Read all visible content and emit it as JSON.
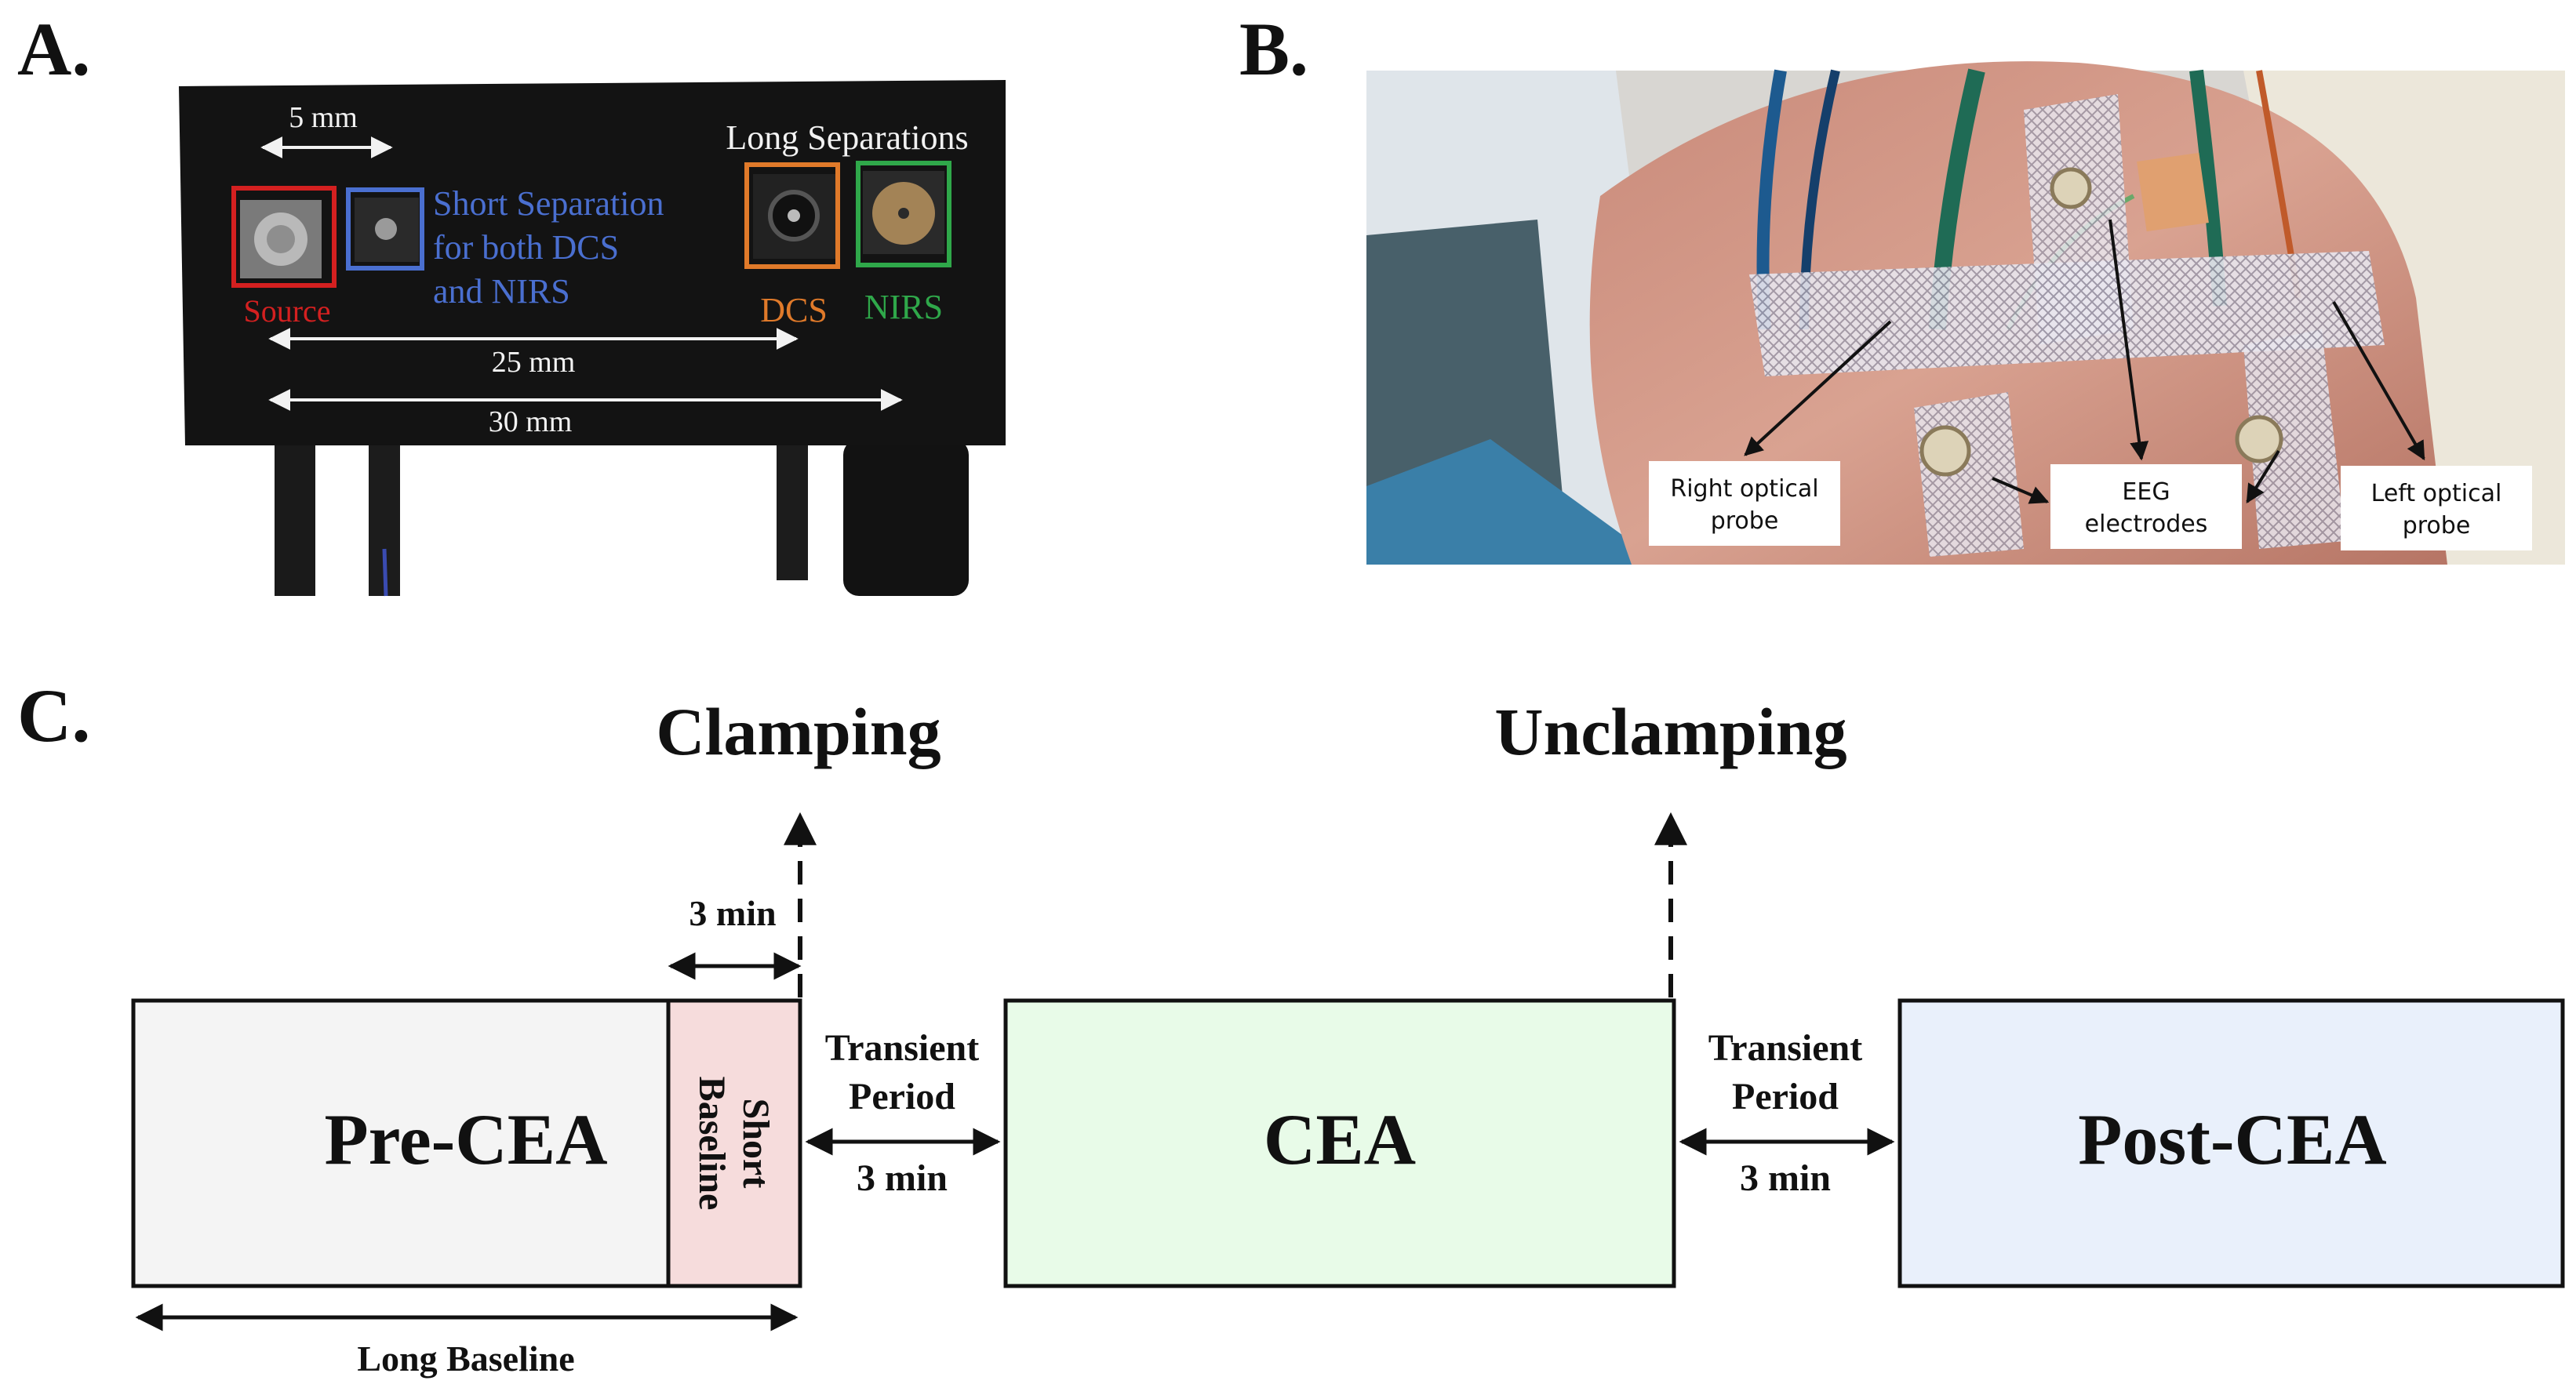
{
  "panels": {
    "a": "A.",
    "b": "B.",
    "c": "C."
  },
  "panel_a": {
    "dim_5": "5 mm",
    "long_sep": "Long Separations",
    "short_sep": [
      "Short Separation",
      "for both DCS",
      "and NIRS"
    ],
    "source": "Source",
    "dcs": "DCS",
    "nirs": "NIRS",
    "dim_25": "25 mm",
    "dim_30": "30 mm",
    "colors": {
      "source": "#d42020",
      "short": "#4a6fd0",
      "dcs": "#e07a2a",
      "nirs": "#2fa84a"
    }
  },
  "panel_b": {
    "right_probe": [
      "Right optical",
      "probe"
    ],
    "eeg": [
      "EEG",
      "electrodes"
    ],
    "left_probe": [
      "Left optical",
      "probe"
    ]
  },
  "panel_c": {
    "clamping": "Clamping",
    "unclamping": "Unclamping",
    "three_min_top": "3 min",
    "pre_cea": "Pre-CEA",
    "short_baseline": [
      "Short",
      "Baseline"
    ],
    "transient_1": [
      "Transient",
      "Period"
    ],
    "three_min_1": "3 min",
    "cea": "CEA",
    "transient_2": [
      "Transient",
      "Period"
    ],
    "three_min_2": "3 min",
    "post_cea": "Post-CEA",
    "long_baseline": "Long Baseline",
    "colors": {
      "pre": "#f4f4f4",
      "short": "#f6dcdc",
      "cea": "#e8fbe8",
      "post": "#e9f0fb"
    }
  }
}
